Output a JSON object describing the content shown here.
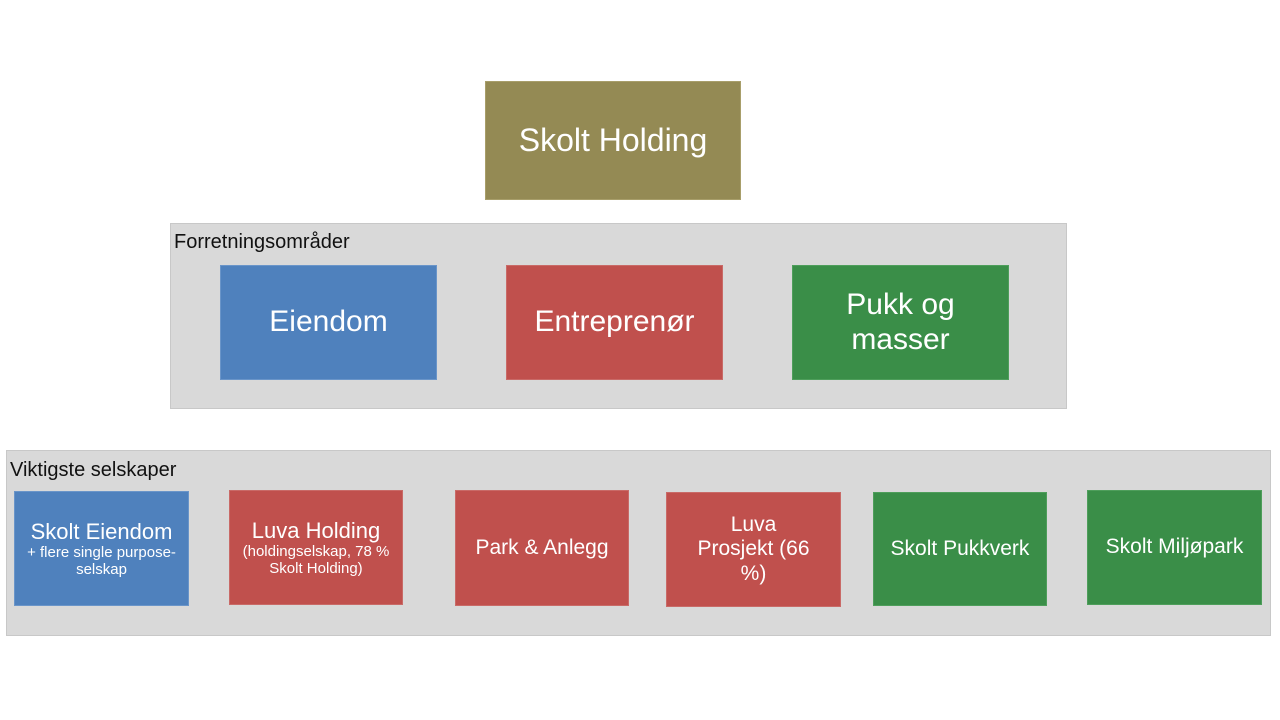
{
  "top": {
    "label": "Skolt Holding",
    "color": "#948a54"
  },
  "areas": {
    "title": "Forretningsområder",
    "items": [
      {
        "label": "Eiendom"
      },
      {
        "label": "Entreprenør"
      },
      {
        "label": "Pukk og masser"
      }
    ]
  },
  "companies": {
    "title": "Viktigste selskaper",
    "items": [
      {
        "label": "Skolt Eiendom",
        "sub": "+ flere single purpose-selskap"
      },
      {
        "label": "Luva Holding",
        "sub": "(holdingselskap, 78 % Skolt Holding)"
      },
      {
        "label": "Park & Anlegg"
      },
      {
        "label": "Luva Prosjekt (66 %)"
      },
      {
        "label": "Skolt Pukkverk"
      },
      {
        "label": "Skolt Miljøpark"
      }
    ]
  }
}
